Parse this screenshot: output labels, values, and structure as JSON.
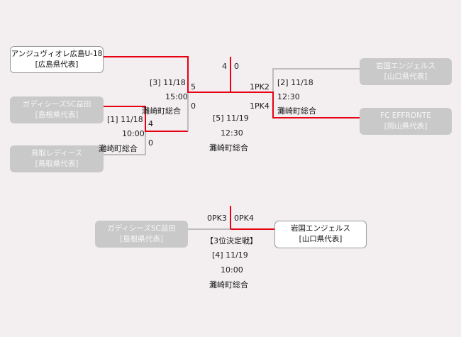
{
  "colors": {
    "winner_line": "#e60012",
    "loser_line": "#bdbdbd",
    "background": "#f3eff1"
  },
  "teams": {
    "anjudivore": {
      "name": "アンジュヴィオレ広島U-18",
      "region": "[広島県代表]"
    },
    "gadisses": {
      "name": "ガディシーズSC益田",
      "region": "[島根県代表]"
    },
    "tottori": {
      "name": "鳥取レディース",
      "region": "[鳥取県代表]"
    },
    "iwakuni": {
      "name": "岩国エンジェルス",
      "region": "[山口県代表]"
    },
    "effronte": {
      "name": "FC EFFRONTE",
      "region": "[岡山県代表]"
    },
    "gadisses_3rd": {
      "name": "ガディシーズSC益田",
      "region": "[島根県代表]"
    },
    "iwakuni_3rd": {
      "name": "岩国エンジェルス",
      "region": "[山口県代表]"
    }
  },
  "matches": {
    "m1": {
      "label": "[1] 11/18",
      "time": "10:00",
      "venue": "灘崎町総合",
      "score_top": "4",
      "score_bottom": "0"
    },
    "m2": {
      "label": "[2] 11/18",
      "time": "12:30",
      "venue": "灘崎町総合",
      "score_top": "1PK2",
      "score_bottom": "1PK4"
    },
    "m3": {
      "label": "[3] 11/18",
      "time": "15:00",
      "venue": "灘崎町総合",
      "score_top": "5",
      "score_bottom": "0"
    },
    "m5": {
      "label": "[5] 11/19",
      "time": "12:30",
      "venue": "灘崎町総合",
      "score_left": "4",
      "score_right": "0"
    },
    "m4": {
      "title": "【3位決定戦】",
      "label": "[4] 11/19",
      "time": "10:00",
      "venue": "灘崎町総合",
      "score_left": "0PK3",
      "score_right": "0PK4"
    }
  }
}
